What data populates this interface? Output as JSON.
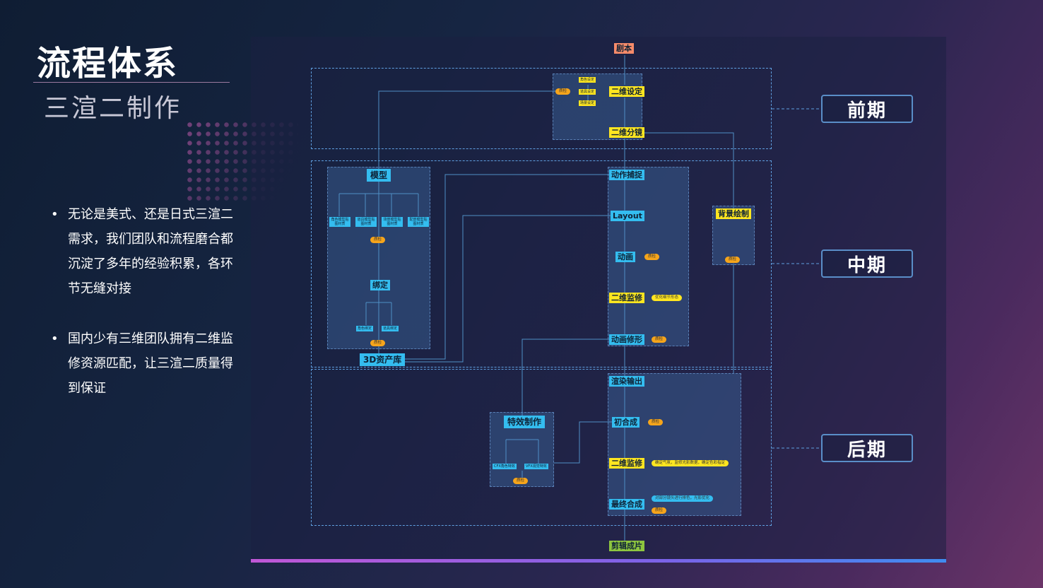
{
  "header": {
    "title": "流程体系",
    "subtitle": "三渲二制作"
  },
  "bullets": [
    "无论是美式、还是日式三渲二需求，我们团队和流程磨合都沉淀了多年的经验积累，各环节无缝对接",
    "国内少有三维团队拥有二维监修资源匹配，让三渲二质量得到保证"
  ],
  "stages": {
    "pre": "前期",
    "mid": "中期",
    "post": "后期"
  },
  "diagram": {
    "script": "剧本",
    "pre": {
      "design_2d": "二维设定",
      "storyboard_2d": "二维分镜",
      "sub_items": [
        "角色设定",
        "道具设定",
        "场景设定"
      ],
      "check": "质检"
    },
    "model": {
      "title": "模型",
      "sub_items": [
        "角色模型贴图材质",
        "道具模型贴图材质",
        "场景模型贴图材质",
        "配景模型贴图材质"
      ],
      "check": "质检",
      "rig": "绑定",
      "rig_items": [
        "角色绑定",
        "道具绑定"
      ],
      "rig_check": "质检",
      "library": "3D资产库"
    },
    "anim": {
      "mocap": "动作捕捉",
      "layout": "Layout",
      "animation": "动画",
      "animation_check": "质检",
      "supervise_2d": "二维监修",
      "supervise_note": "优化细节形态",
      "anim_fix": "动画修形",
      "anim_fix_check": "质检"
    },
    "bg": {
      "title": "背景绘制",
      "check": "质检"
    },
    "post": {
      "render": "渲染输出",
      "first_comp": "初合成",
      "first_comp_check": "质检",
      "supervise_2d": "二维监修",
      "supervise_note": "确定气氛，监修光影数据，确定色彩指定",
      "final_comp": "最终合成",
      "final_note": "对部分镜头进行排色，光影优化",
      "final_check": "质检"
    },
    "fx": {
      "title": "特效制作",
      "sub_items": [
        "CFX角色特效",
        "VFX视觉特效"
      ],
      "check": "质检"
    },
    "edit": "剪辑成片"
  },
  "colors": {
    "accent_blue": "#34bdf0",
    "accent_yellow": "#ffe620",
    "accent_orange": "#f68b6a",
    "accent_green": "#8ec63f",
    "check_orange": "#f6a51b",
    "dashed_blue": "#5f9fe0"
  }
}
